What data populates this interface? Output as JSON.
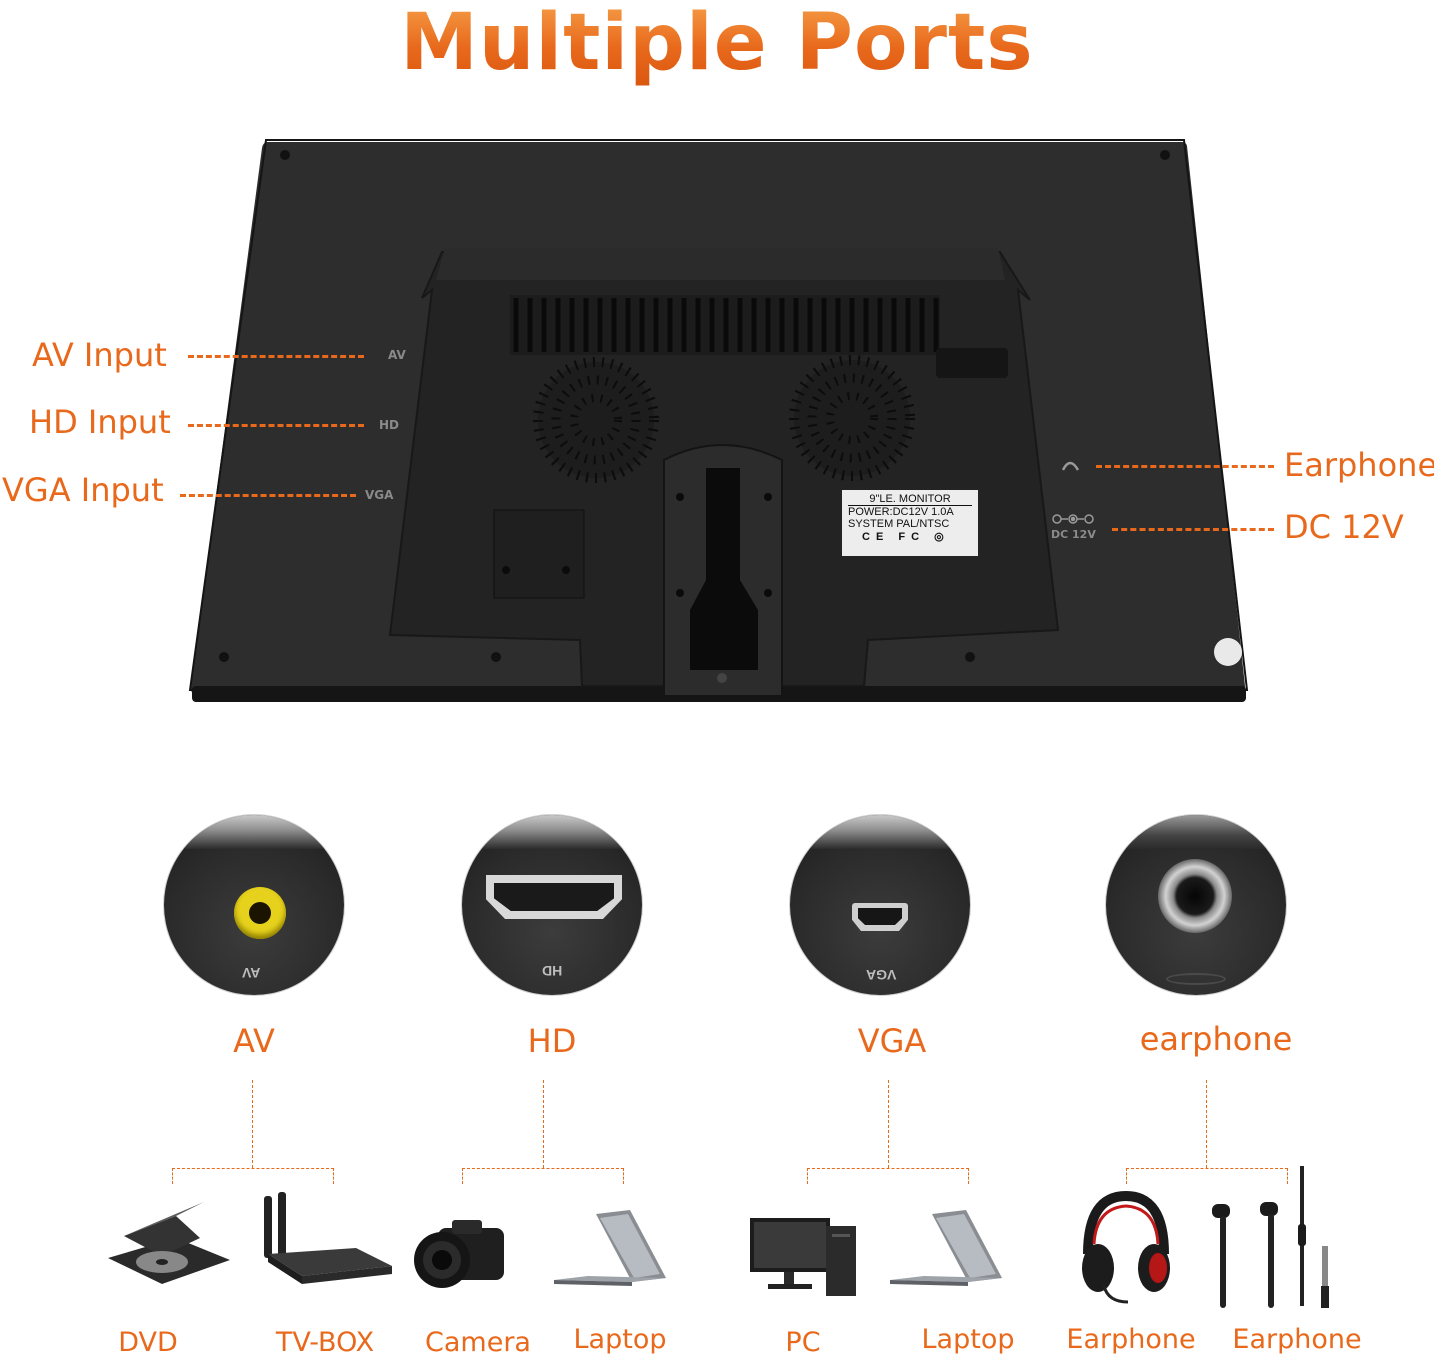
{
  "title": "Multiple Ports",
  "monitor": {
    "port_labels": {
      "av": "AV",
      "hd": "HD",
      "vga": "VGA",
      "dc": "DC 12V"
    },
    "sticker": {
      "line1": "9\"LE. MONITOR",
      "line2": "POWER:DC12V 1.0A",
      "line3": "SYSTEM PAL/NTSC",
      "marks": [
        "CE",
        "FC"
      ]
    }
  },
  "callouts": {
    "av": "AV Input",
    "hd": "HD Input",
    "vga": "VGA Input",
    "earphone": "Earphone",
    "dc": "DC 12V"
  },
  "ports": [
    {
      "label": "AV",
      "engraving": "AV"
    },
    {
      "label": "HD",
      "engraving": "HD"
    },
    {
      "label": "VGA",
      "engraving": "VGA"
    },
    {
      "label": "earphone"
    }
  ],
  "devices": [
    "DVD",
    "TV-BOX",
    "Camera",
    "Laptop",
    "PC",
    "Laptop",
    "Earphone",
    "Earphone"
  ],
  "colors": {
    "accent": "#e8691c",
    "monitor": "#262626"
  }
}
